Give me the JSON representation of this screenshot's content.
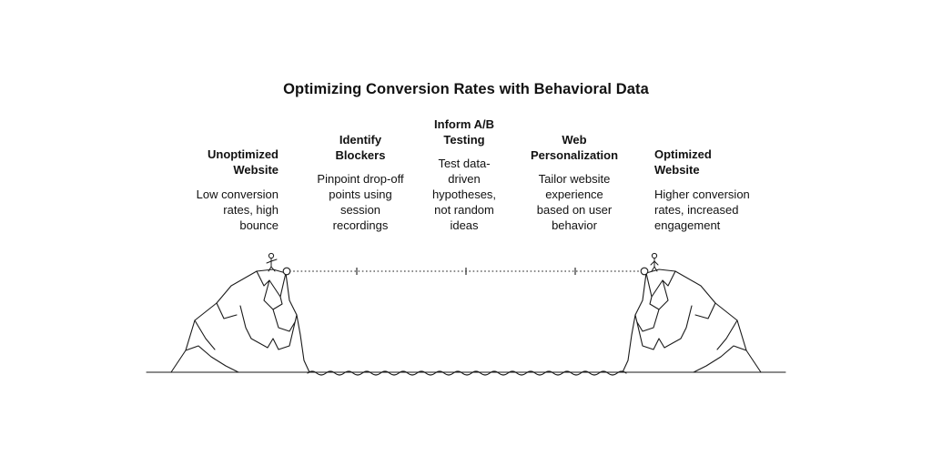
{
  "title": "Optimizing Conversion Rates with Behavioral Data",
  "stages": [
    {
      "heading": "Unoptimized\nWebsite",
      "description": "Low conversion\nrates, high\nbounce"
    },
    {
      "heading": "Identify\nBlockers",
      "description": "Pinpoint drop-off\npoints using\nsession\nrecordings"
    },
    {
      "heading": "Inform A/B\nTesting",
      "description": "Test data-\ndriven\nhypotheses,\nnot random\nideas"
    },
    {
      "heading": "Web\nPersonalization",
      "description": "Tailor website\nexperience\nbased on user\nbehavior"
    },
    {
      "heading": "Optimized\nWebsite",
      "description": "Higher conversion\nrates, increased\nengagement"
    }
  ],
  "icons": {
    "left_figure": "person-on-cliff-icon",
    "right_figure": "person-on-cliff-icon"
  }
}
